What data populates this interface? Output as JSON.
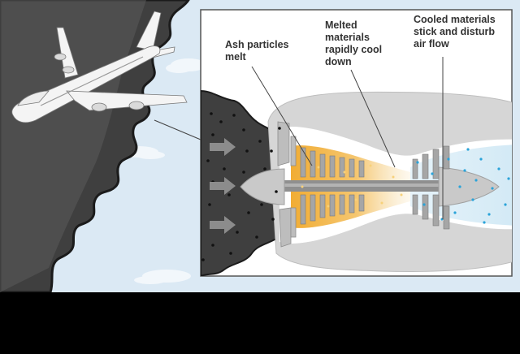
{
  "labels": {
    "ash": "Ash particles\nmelt",
    "melted": "Melted\nmaterials\nrapidly cool\ndown",
    "cooled": "Cooled materials\nstick and disturb\nair flow"
  },
  "colors": {
    "sky": "#dbe9f4",
    "ash_cloud": "#3f3f3f",
    "ash_cloud_edge": "#1b1b1b",
    "panel_bg": "#ffffff",
    "panel_border": "#555555",
    "engine_casing": "#d6d6d6",
    "melt": "#f2b53a",
    "cool_particles": "#2aa3d9",
    "blades": "#a6a6a6",
    "arrows": "#8c8c8c",
    "airplane": "#f4f4f4"
  }
}
